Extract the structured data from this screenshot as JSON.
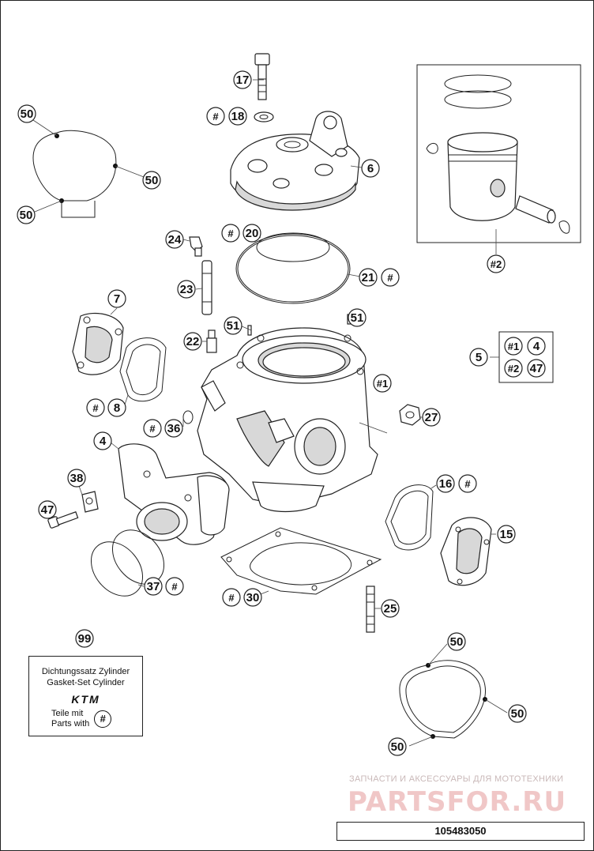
{
  "callouts": {
    "c17": "17",
    "c18": "18",
    "c6": "6",
    "c20": "20",
    "c21": "21",
    "c24": "24",
    "c23": "23",
    "c7": "7",
    "c51a": "51",
    "c51b": "51",
    "c22": "22",
    "c50a": "50",
    "c50b": "50",
    "c50c": "50",
    "c2": "#2",
    "c5": "5",
    "c1a": "#1",
    "c4a": "4",
    "c2b": "#2",
    "c47a": "47",
    "c1": "#1",
    "c8": "8",
    "c36": "36",
    "c27": "27",
    "c4": "4",
    "c38": "38",
    "c16": "16",
    "c47": "47",
    "c15": "15",
    "c37": "37",
    "c30": "30",
    "c25": "25",
    "c99": "99",
    "c50d": "50",
    "c50e": "50",
    "c50f": "50",
    "hash": "#"
  },
  "gasket_card": {
    "line1": "Dichtungssatz Zylinder",
    "line2": "Gasket-Set Cylinder",
    "logo": "KTM",
    "line3": "Teile mit",
    "line4": "Parts with",
    "badge": "#"
  },
  "watermark": {
    "subtitle": "ЗАПЧАСТИ И АКСЕССУАРЫ ДЛЯ МОТОТЕХНИКИ",
    "brand": "PARTSFOR.RU"
  },
  "doc_number": "105483050",
  "colors": {
    "line": "#222222",
    "watermark": "#f0c7c7"
  }
}
